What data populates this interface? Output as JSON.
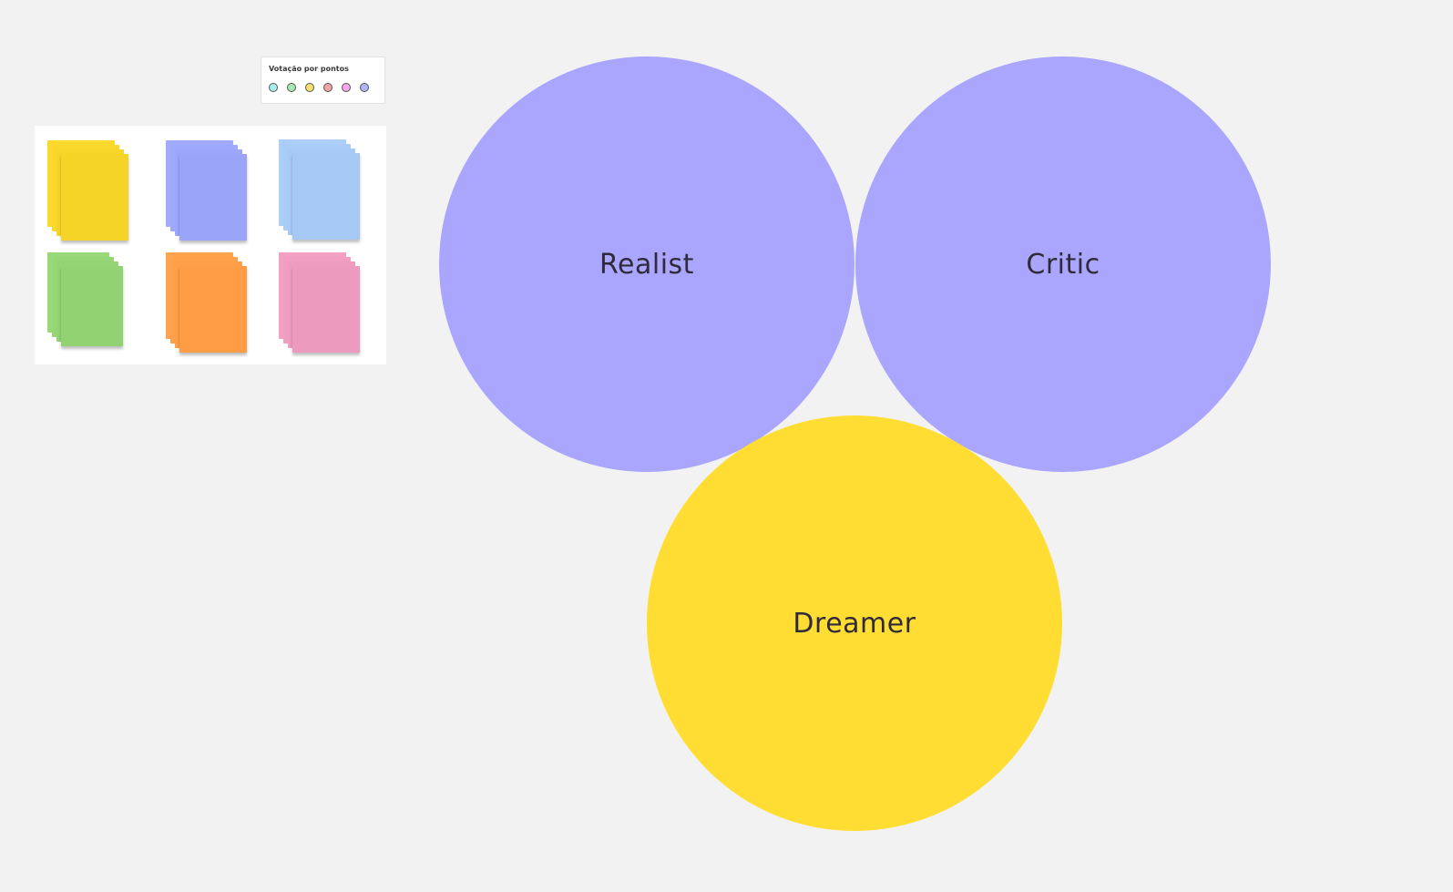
{
  "dot_voting": {
    "title": "Votação por pontos",
    "dots": [
      {
        "color": "#a8ecf3",
        "name": "cyan-dot"
      },
      {
        "color": "#a8e8b6",
        "name": "green-dot"
      },
      {
        "color": "#f6e26a",
        "name": "yellow-dot"
      },
      {
        "color": "#f5a3a3",
        "name": "red-dot"
      },
      {
        "color": "#f3a7ec",
        "name": "pink-dot"
      },
      {
        "color": "#b3b3f5",
        "name": "purple-dot"
      }
    ]
  },
  "sticky_notes": [
    {
      "name": "sticky-stack-yellow",
      "color": "#f5d327"
    },
    {
      "name": "sticky-stack-blue",
      "color": "#9aa5fa"
    },
    {
      "name": "sticky-stack-light-blue",
      "color": "#a6c9f3"
    },
    {
      "name": "sticky-stack-green",
      "color": "#93d273"
    },
    {
      "name": "sticky-stack-orange",
      "color": "#fe9d46"
    },
    {
      "name": "sticky-stack-pink",
      "color": "#ec9bbf"
    }
  ],
  "circles": {
    "realist": {
      "label": "Realist",
      "color": "#aaa5fd"
    },
    "critic": {
      "label": "Critic",
      "color": "#aaa5fd"
    },
    "dreamer": {
      "label": "Dreamer",
      "color": "#ffdd33"
    }
  }
}
